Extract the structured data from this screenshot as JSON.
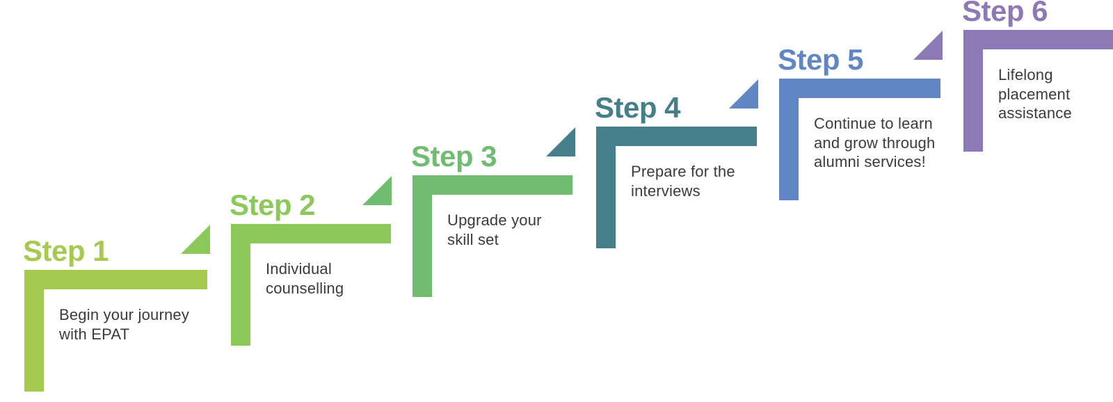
{
  "diagram": {
    "type": "staircase-process",
    "background": "#ffffff",
    "text_color": "#3b3b3b",
    "steps": [
      {
        "label": "Step 1",
        "color": "#a6c94f",
        "description": "Begin your journey\nwith EPAT"
      },
      {
        "label": "Step 2",
        "color": "#8cc85a",
        "description": "Individual\ncounselling"
      },
      {
        "label": "Step 3",
        "color": "#70bd71",
        "description": "Upgrade your\nskill set"
      },
      {
        "label": "Step 4",
        "color": "#45808a",
        "description": "Prepare for the\ninterviews"
      },
      {
        "label": "Step 5",
        "color": "#6086c4",
        "description": "Continue to learn\nand grow through\nalumni services!"
      },
      {
        "label": "Step 6",
        "color": "#8d79b6",
        "description": "Lifelong\nplacement\nassistance"
      }
    ]
  }
}
